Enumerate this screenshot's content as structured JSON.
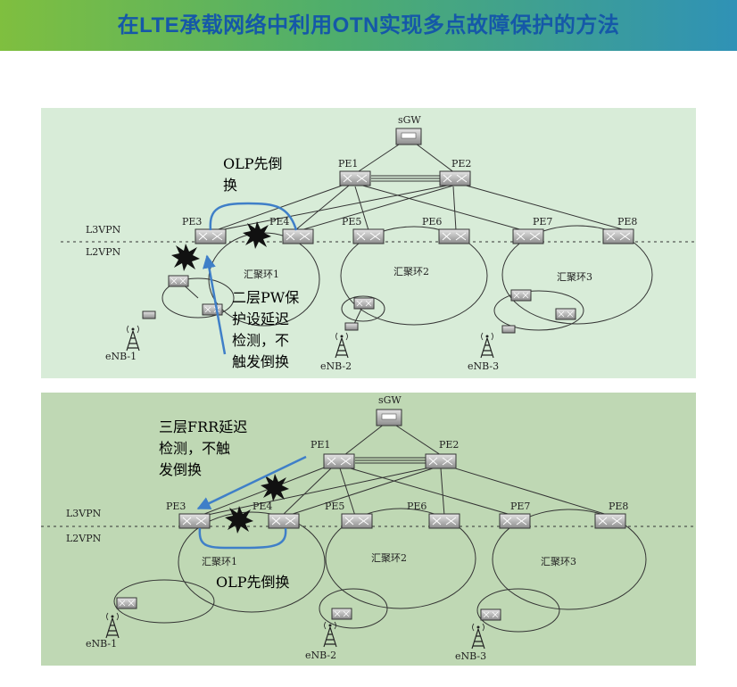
{
  "page": {
    "title": "在LTE承载网络中利用OTN实现多点故障保护的方法",
    "header_color": "#2f92b6",
    "title_color": "#1558a8"
  },
  "panel_top": {
    "background": "#d8ecd8",
    "nodes": {
      "sgw": "sGW",
      "pe1": "PE1",
      "pe2": "PE2",
      "pe3": "PE3",
      "pe4": "PE4",
      "pe5": "PE5",
      "pe6": "PE6",
      "pe7": "PE7",
      "pe8": "PE8"
    },
    "zones": {
      "l3": "L3VPN",
      "l2": "L2VPN"
    },
    "rings": {
      "r1": "汇聚环1",
      "r2": "汇聚环2",
      "r3": "汇聚环3"
    },
    "enb": {
      "e1": "eNB-1",
      "e2": "eNB-2",
      "e3": "eNB-3"
    },
    "annotations": {
      "olp_line1": "OLP先倒",
      "olp_line2": "换",
      "pw_line1": "二层PW保",
      "pw_line2": "护设延迟",
      "pw_line3": "检测，不",
      "pw_line4": "触发倒换"
    }
  },
  "panel_bottom": {
    "background": "#bfd8b4",
    "nodes": {
      "sgw": "sGW",
      "pe1": "PE1",
      "pe2": "PE2",
      "pe3": "PE3",
      "pe4": "PE4",
      "pe5": "PE5",
      "pe6": "PE6",
      "pe7": "PE7",
      "pe8": "PE8"
    },
    "zones": {
      "l3": "L3VPN",
      "l2": "L2VPN"
    },
    "rings": {
      "r1": "汇聚环1",
      "r2": "汇聚环2",
      "r3": "汇聚环3"
    },
    "enb": {
      "e1": "eNB-1",
      "e2": "eNB-2",
      "e3": "eNB-3"
    },
    "annotations": {
      "frr_line1": "三层FRR延迟",
      "frr_line2": "检测，不触",
      "frr_line3": "发倒换",
      "olp": "OLP先倒换"
    }
  }
}
